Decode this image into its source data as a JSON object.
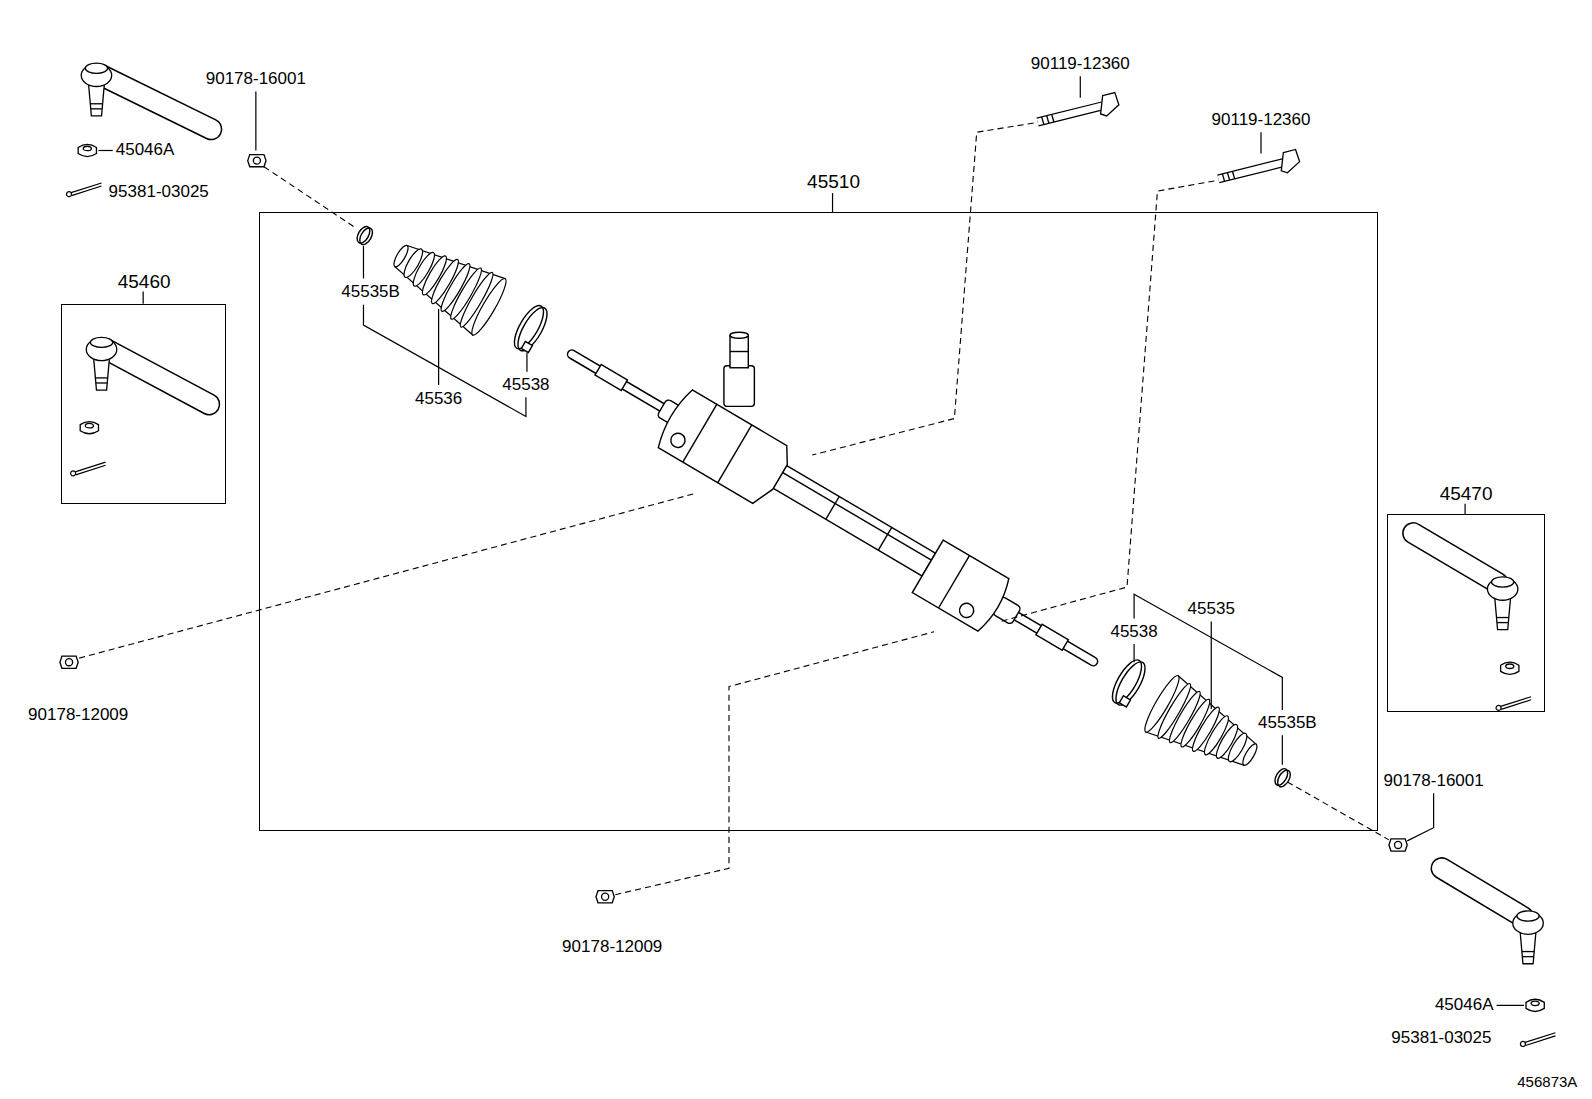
{
  "diagram": {
    "nodes": [
      {
        "text": [
          "45510"
        ]
      },
      {
        "text": [
          "45460"
        ]
      },
      {
        "text": [
          "45470"
        ]
      }
    ],
    "labels": [
      "90119-12360",
      "90178-16001",
      "90119-12360",
      "45046A",
      "95381-03025",
      "45535B",
      "45538",
      "45536",
      "45535",
      "45538",
      "90178-12009",
      "45535B",
      "90178-16001",
      "90178-12009",
      "45046A",
      "95381-03025",
      "456873A"
    ]
  }
}
